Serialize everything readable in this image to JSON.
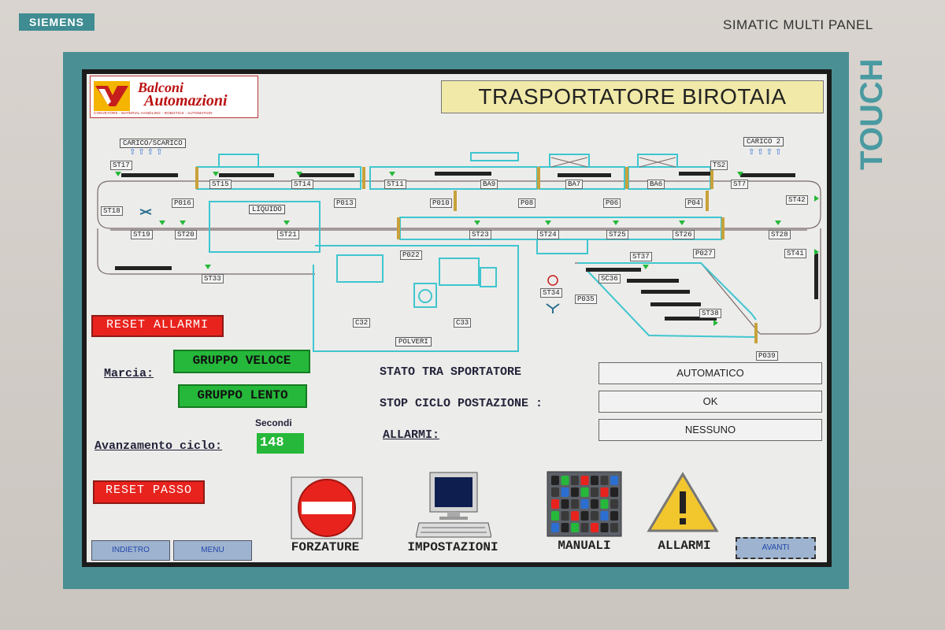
{
  "device": {
    "brand": "SIEMENS",
    "model": "SIMATIC MULTI PANEL",
    "touch_label": "TOUCH"
  },
  "logo": {
    "line1": "Balconi",
    "line2": "Automazioni",
    "tagline": "CONVEYORS - MATERIAL HANDLING - ROBOTICS - AUTOMATION"
  },
  "title": "TRASPORTATORE BIROTAIA",
  "areas": {
    "carico_scarico": "CARICO/SCARICO",
    "carico2": "CARICO 2",
    "liquido": "LIQUIDO",
    "polveri": "POLVERI"
  },
  "stations": {
    "st17": "ST17",
    "st15": "ST15",
    "st14": "ST14",
    "st11": "ST11",
    "ba9": "BA9",
    "ba7": "BA7",
    "ba6": "BA6",
    "st7": "ST7",
    "ts2": "TS2",
    "st18": "ST18",
    "p016": "P016",
    "p013": "P013",
    "p010": "P010",
    "p08": "P08",
    "p06": "P06",
    "p04": "P04",
    "st42": "ST42",
    "st19": "ST19",
    "st20": "ST20",
    "st21": "ST21",
    "st23": "ST23",
    "st24": "ST24",
    "st25": "ST25",
    "st26": "ST26",
    "st28": "ST28",
    "p022": "P022",
    "st37": "ST37",
    "p027": "P027",
    "st41": "ST41",
    "st33": "ST33",
    "sc36": "SC36",
    "st34": "ST34",
    "p035": "P035",
    "st38": "ST38",
    "c32": "C32",
    "c33": "C33",
    "p039": "P039"
  },
  "buttons": {
    "reset_allarmi": "RESET ALLARMI",
    "gruppo_veloce": "GRUPPO VELOCE",
    "gruppo_lento": "GRUPPO LENTO",
    "reset_passo": "RESET PASSO",
    "indietro": "INDIETRO",
    "menu": "MENU",
    "avanti": "AVANTI"
  },
  "labels": {
    "marcia": "Marcia:",
    "avanzamento": "Avanzamento   ciclo:",
    "secondi": "Secondi",
    "stato": "STATO  TRA SPORTATORE",
    "stop_ciclo": "STOP CICLO POSTAZIONE :",
    "allarmi": "ALLARMI:"
  },
  "values": {
    "ciclo_secondi": "148",
    "stato": "AUTOMATICO",
    "stop_ciclo": "OK",
    "allarmi": "NESSUNO"
  },
  "icons": {
    "forzature": {
      "label": "FORZATURE",
      "icon": "no-entry-icon"
    },
    "impostazioni": {
      "label": "IMPOSTAZIONI",
      "icon": "computer-icon"
    },
    "manuali": {
      "label": "MANUALI",
      "icon": "keypad-icon"
    },
    "allarmi": {
      "label": "ALLARMI",
      "icon": "warning-icon"
    }
  },
  "colors": {
    "conveyor": "#3fc6cf",
    "track": "#7a6a6a",
    "green": "#26b83a",
    "red": "#e8231d",
    "title_bg": "#f1e9a8"
  }
}
